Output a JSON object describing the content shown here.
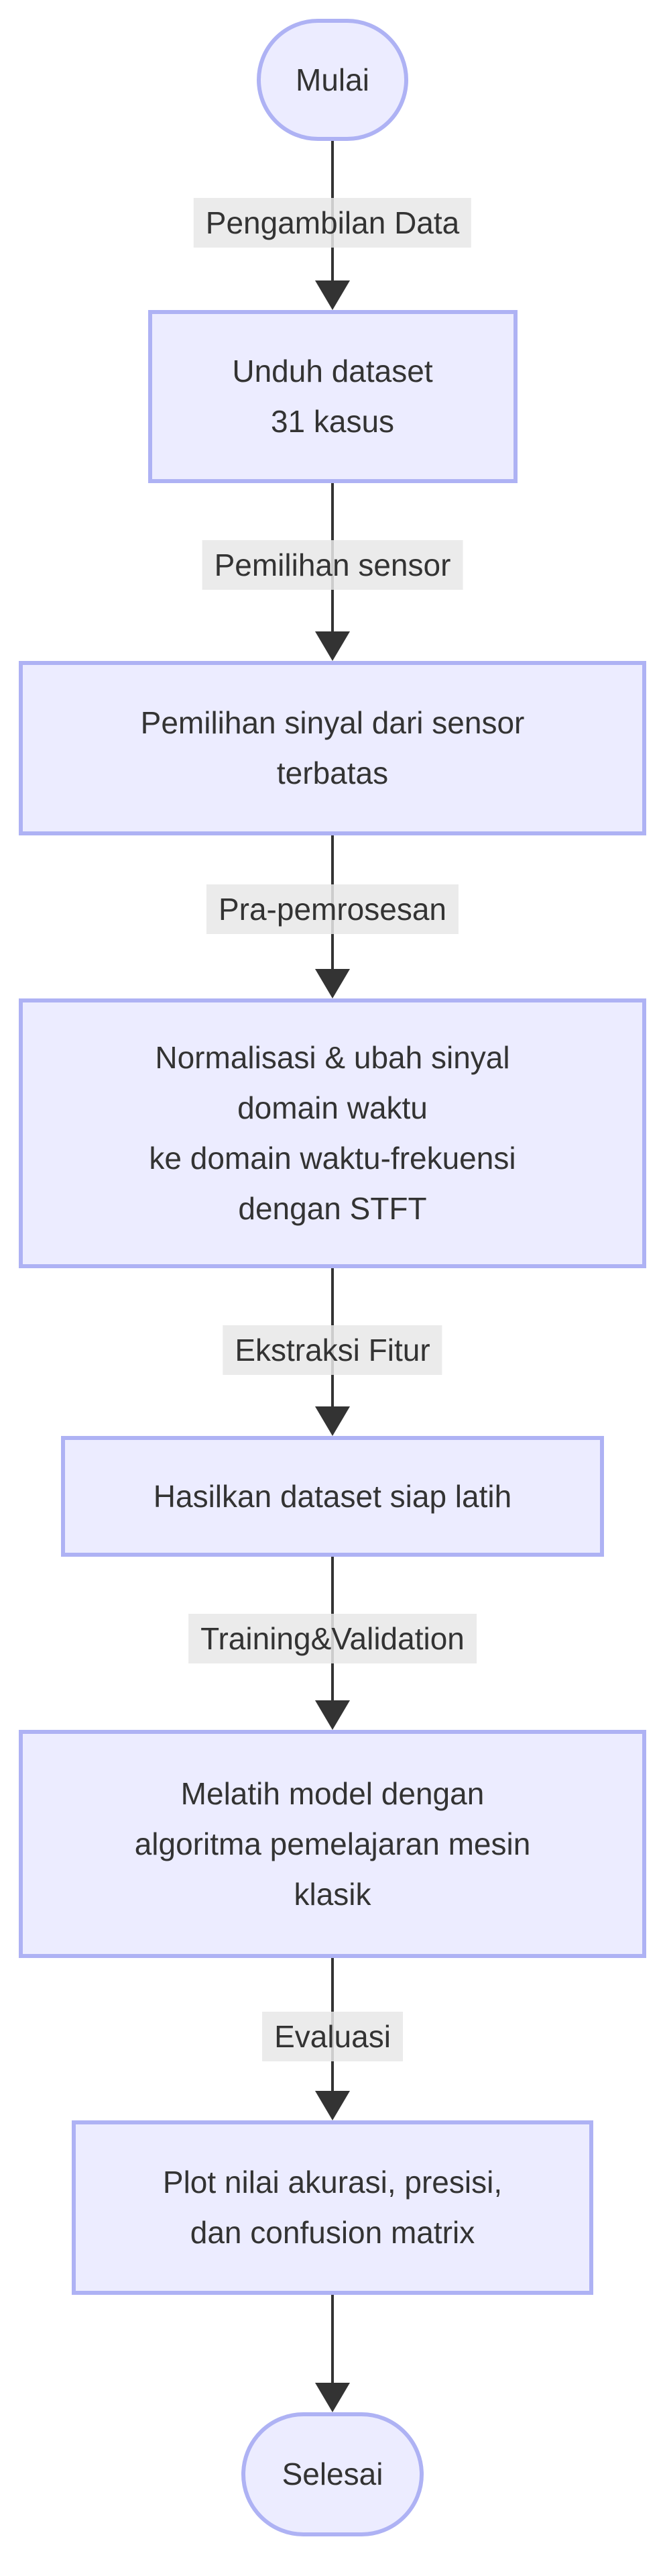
{
  "diagram": {
    "type": "flowchart",
    "direction": "top-down",
    "start_node": {
      "label": "Mulai",
      "shape": "stadium"
    },
    "end_node": {
      "label": "Selesai",
      "shape": "stadium"
    },
    "process_nodes": [
      {
        "lines": [
          "Unduh dataset",
          "31 kasus"
        ]
      },
      {
        "lines": [
          "Pemilihan sinyal dari sensor",
          "terbatas"
        ]
      },
      {
        "lines": [
          "Normalisasi & ubah sinyal",
          "domain waktu",
          "ke domain waktu-frekuensi",
          "dengan STFT"
        ]
      },
      {
        "lines": [
          "Hasilkan dataset siap latih"
        ]
      },
      {
        "lines": [
          "Melatih model dengan",
          "algoritma pemelajaran mesin",
          "klasik"
        ]
      },
      {
        "lines": [
          "Plot nilai akurasi, presisi,",
          "dan confusion matrix"
        ]
      }
    ],
    "edge_labels": [
      "Pengambilan Data",
      "Pemilihan sensor",
      "Pra-pemrosesan",
      "Ekstraksi Fitur",
      "Training&Validation",
      "Evaluasi"
    ],
    "colors": {
      "node_fill": "#ECECFF",
      "node_border": "#AEB2F4",
      "edge_line": "#333333",
      "edge_label_bg": "#E8E8E8",
      "text": "#333333"
    }
  }
}
